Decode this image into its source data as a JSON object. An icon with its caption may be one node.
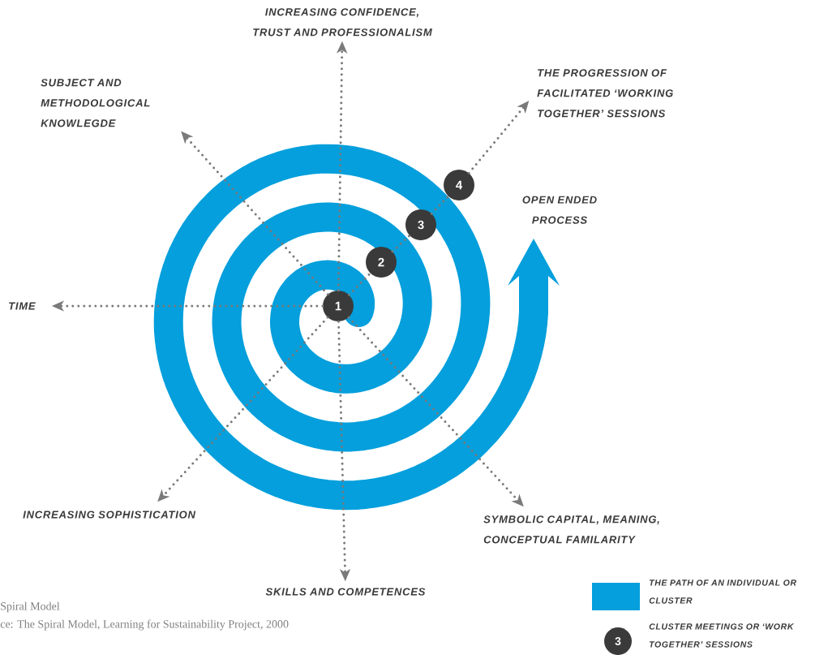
{
  "diagram": {
    "nodes": [
      {
        "text": [
          "1"
        ]
      },
      {
        "text": [
          "2"
        ]
      },
      {
        "text": [
          "3"
        ]
      },
      {
        "text": [
          "4"
        ]
      },
      {
        "text": [
          "INCREASING CONFIDENCE, TRUST AND PROFESSIONALISM"
        ]
      },
      {
        "text": [
          "SUBJECT AND METHODOLOGICAL KNOWLEGDE"
        ]
      },
      {
        "text": [
          "TIME"
        ]
      },
      {
        "text": [
          "INCREASING SOPHISTICATION"
        ]
      },
      {
        "text": [
          "SKILLS AND COMPETENCES"
        ]
      },
      {
        "text": [
          "SYMBOLIC CAPITAL, MEANING, CONCEPTUAL FAMILARITY"
        ]
      },
      {
        "text": [
          "THE PROGRESSION OF FACILITATED ‘WORKING TOGETHER’ SESSIONS"
        ]
      }
    ],
    "edges": [
      {
        "from": 0,
        "to": 4,
        "arrow": "to"
      },
      {
        "from": 0,
        "to": 5,
        "arrow": "to"
      },
      {
        "from": 0,
        "to": 6,
        "arrow": "to"
      },
      {
        "from": 0,
        "to": 7,
        "arrow": "to"
      },
      {
        "from": 0,
        "to": 8,
        "arrow": "to"
      },
      {
        "from": 0,
        "to": 9,
        "arrow": "to"
      },
      {
        "from": 0,
        "to": 1,
        "arrow": "none"
      },
      {
        "from": 1,
        "to": 2,
        "arrow": "none"
      },
      {
        "from": 2,
        "to": 3,
        "arrow": "none"
      },
      {
        "from": 3,
        "to": 10,
        "arrow": "to"
      }
    ],
    "labels": [
      "OPEN ENDED PROCESS",
      "3",
      "Spiral Model",
      "ce: The Spiral Model, Learning for Sustainability Project, 2000"
    ],
    "legend": [
      {
        "text": "THE PATH OF AN INDIVIDUAL OR CLUSTER",
        "color": "#049fdc"
      },
      {
        "text": "CLUSTER MEETINGS OR ‘WORK TOGETHER’ SESSIONS"
      }
    ]
  }
}
